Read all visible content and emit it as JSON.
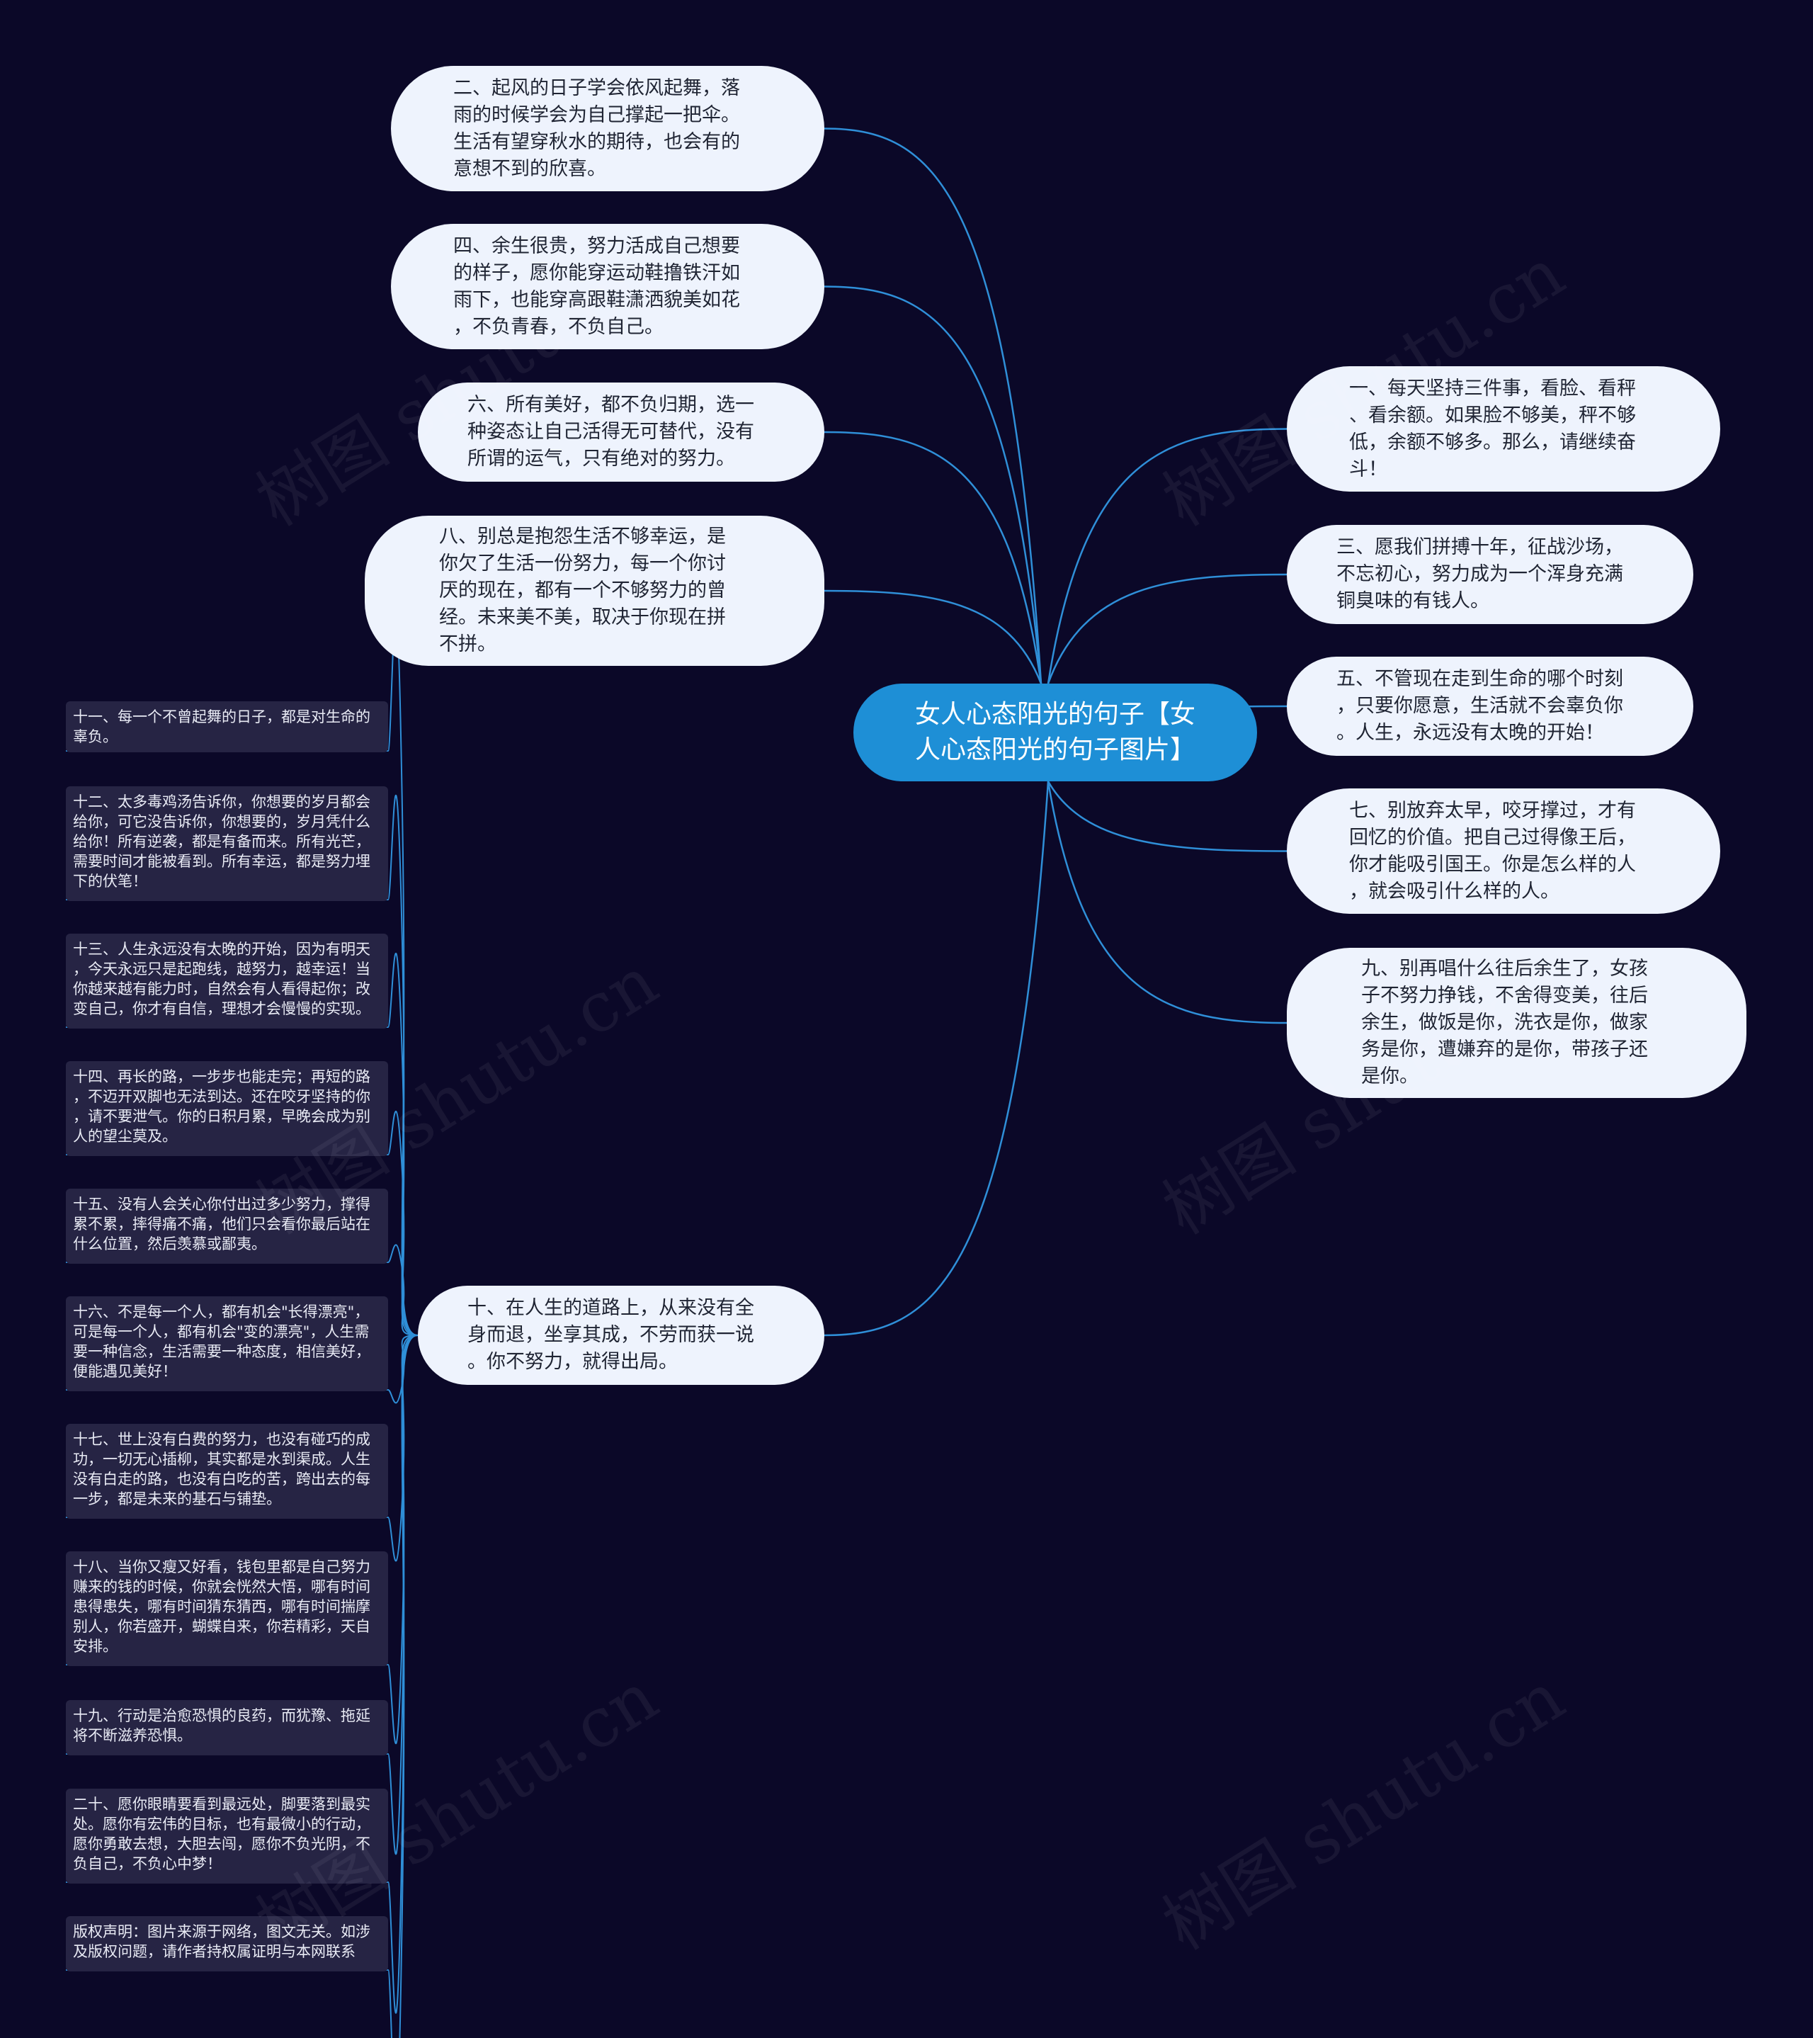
{
  "root": {
    "text": "女人心态阳光的句子【女\n人心态阳光的句子图片】"
  },
  "left_nodes": [
    {
      "id": "n2",
      "text": "二、起风的日子学会依风起舞，落\n雨的时候学会为自己撑起一把伞。\n生活有望穿秋水的期待，也会有的\n意想不到的欣喜。"
    },
    {
      "id": "n4",
      "text": "四、余生很贵，努力活成自己想要\n的样子，愿你能穿运动鞋撸铁汗如\n雨下，也能穿高跟鞋潇洒貌美如花\n，不负青春，不负自己。"
    },
    {
      "id": "n6",
      "text": "六、所有美好，都不负归期，选一\n种姿态让自己活得无可替代，没有\n所谓的运气，只有绝对的努力。"
    },
    {
      "id": "n8",
      "text": "八、别总是抱怨生活不够幸运，是\n你欠了生活一份努力，每一个你讨\n厌的现在，都有一个不够努力的曾\n经。未来美不美，取决于你现在拼\n不拼。"
    },
    {
      "id": "n10",
      "text": "十、在人生的道路上，从来没有全\n身而退，坐享其成，不劳而获一说\n。你不努力，就得出局。"
    }
  ],
  "right_nodes": [
    {
      "id": "n1",
      "text": "一、每天坚持三件事，看脸、看秤\n、看余额。如果脸不够美，秤不够\n低，余额不够多。那么，请继续奋\n斗！"
    },
    {
      "id": "n3",
      "text": "三、愿我们拼搏十年，征战沙场，\n不忘初心，努力成为一个浑身充满\n铜臭味的有钱人。"
    },
    {
      "id": "n5",
      "text": "五、不管现在走到生命的哪个时刻\n，只要你愿意，生活就不会辜负你\n。人生，永远没有太晚的开始！"
    },
    {
      "id": "n7",
      "text": "七、别放弃太早，咬牙撑过，才有\n回忆的价值。把自己过得像王后，\n你才能吸引国王。你是怎么样的人\n，就会吸引什么样的人。"
    },
    {
      "id": "n9",
      "text": "九、别再唱什么往后余生了，女孩\n子不努力挣钱，不舍得变美，往后\n余生，做饭是你，洗衣是你，做家\n务是你，遭嫌弃的是你，带孩子还\n是你。"
    }
  ],
  "leaves": [
    {
      "id": "l11",
      "text": "十一、每一个不曾起舞的日子，都是对生命的\n辜负。"
    },
    {
      "id": "l12",
      "text": "十二、太多毒鸡汤告诉你，你想要的岁月都会\n给你，可它没告诉你，你想要的，岁月凭什么\n给你！所有逆袭，都是有备而来。所有光芒，\n需要时间才能被看到。所有幸运，都是努力埋\n下的伏笔！"
    },
    {
      "id": "l13",
      "text": "十三、人生永远没有太晚的开始，因为有明天\n，今天永远只是起跑线，越努力，越幸运！当\n你越来越有能力时，自然会有人看得起你；改\n变自己，你才有自信，理想才会慢慢的实现。"
    },
    {
      "id": "l14",
      "text": "十四、再长的路，一步步也能走完；再短的路\n，不迈开双脚也无法到达。还在咬牙坚持的你\n，请不要泄气。你的日积月累，早晚会成为别\n人的望尘莫及。"
    },
    {
      "id": "l15",
      "text": "十五、没有人会关心你付出过多少努力，撑得\n累不累，摔得痛不痛，他们只会看你最后站在\n什么位置，然后羡慕或鄙夷。"
    },
    {
      "id": "l16",
      "text": "十六、不是每一个人，都有机会\"长得漂亮\"，\n可是每一个人，都有机会\"变的漂亮\"，人生需\n要一种信念，生活需要一种态度，相信美好，\n便能遇见美好！"
    },
    {
      "id": "l17",
      "text": "十七、世上没有白费的努力，也没有碰巧的成\n功，一切无心插柳，其实都是水到渠成。人生\n没有白走的路，也没有白吃的苦，跨出去的每\n一步，都是未来的基石与铺垫。"
    },
    {
      "id": "l18",
      "text": "十八、当你又瘦又好看，钱包里都是自己努力\n赚来的钱的时候，你就会恍然大悟，哪有时间\n患得患失，哪有时间猜东猜西，哪有时间揣摩\n别人，你若盛开，蝴蝶自来，你若精彩，天自\n安排。"
    },
    {
      "id": "l19",
      "text": "十九、行动是治愈恐惧的良药，而犹豫、拖延\n将不断滋养恐惧。"
    },
    {
      "id": "l20",
      "text": "二十、愿你眼睛要看到最远处，脚要落到最实\n处。愿你有宏伟的目标，也有最微小的行动，\n愿你勇敢去想，大胆去闯，愿你不负光阴，不\n负自己，不负心中梦！"
    },
    {
      "id": "l21",
      "text": "版权声明：图片来源于网络，图文无关。如涉\n及版权问题，请作者持权属证明与本网联系"
    }
  ],
  "watermark": "树图 shutu.cn",
  "colors": {
    "background": "#0b0828",
    "edge": "#2f8fd8",
    "root": "#1e8fd6",
    "node": "#eef3fd",
    "leaf": "#262444"
  }
}
